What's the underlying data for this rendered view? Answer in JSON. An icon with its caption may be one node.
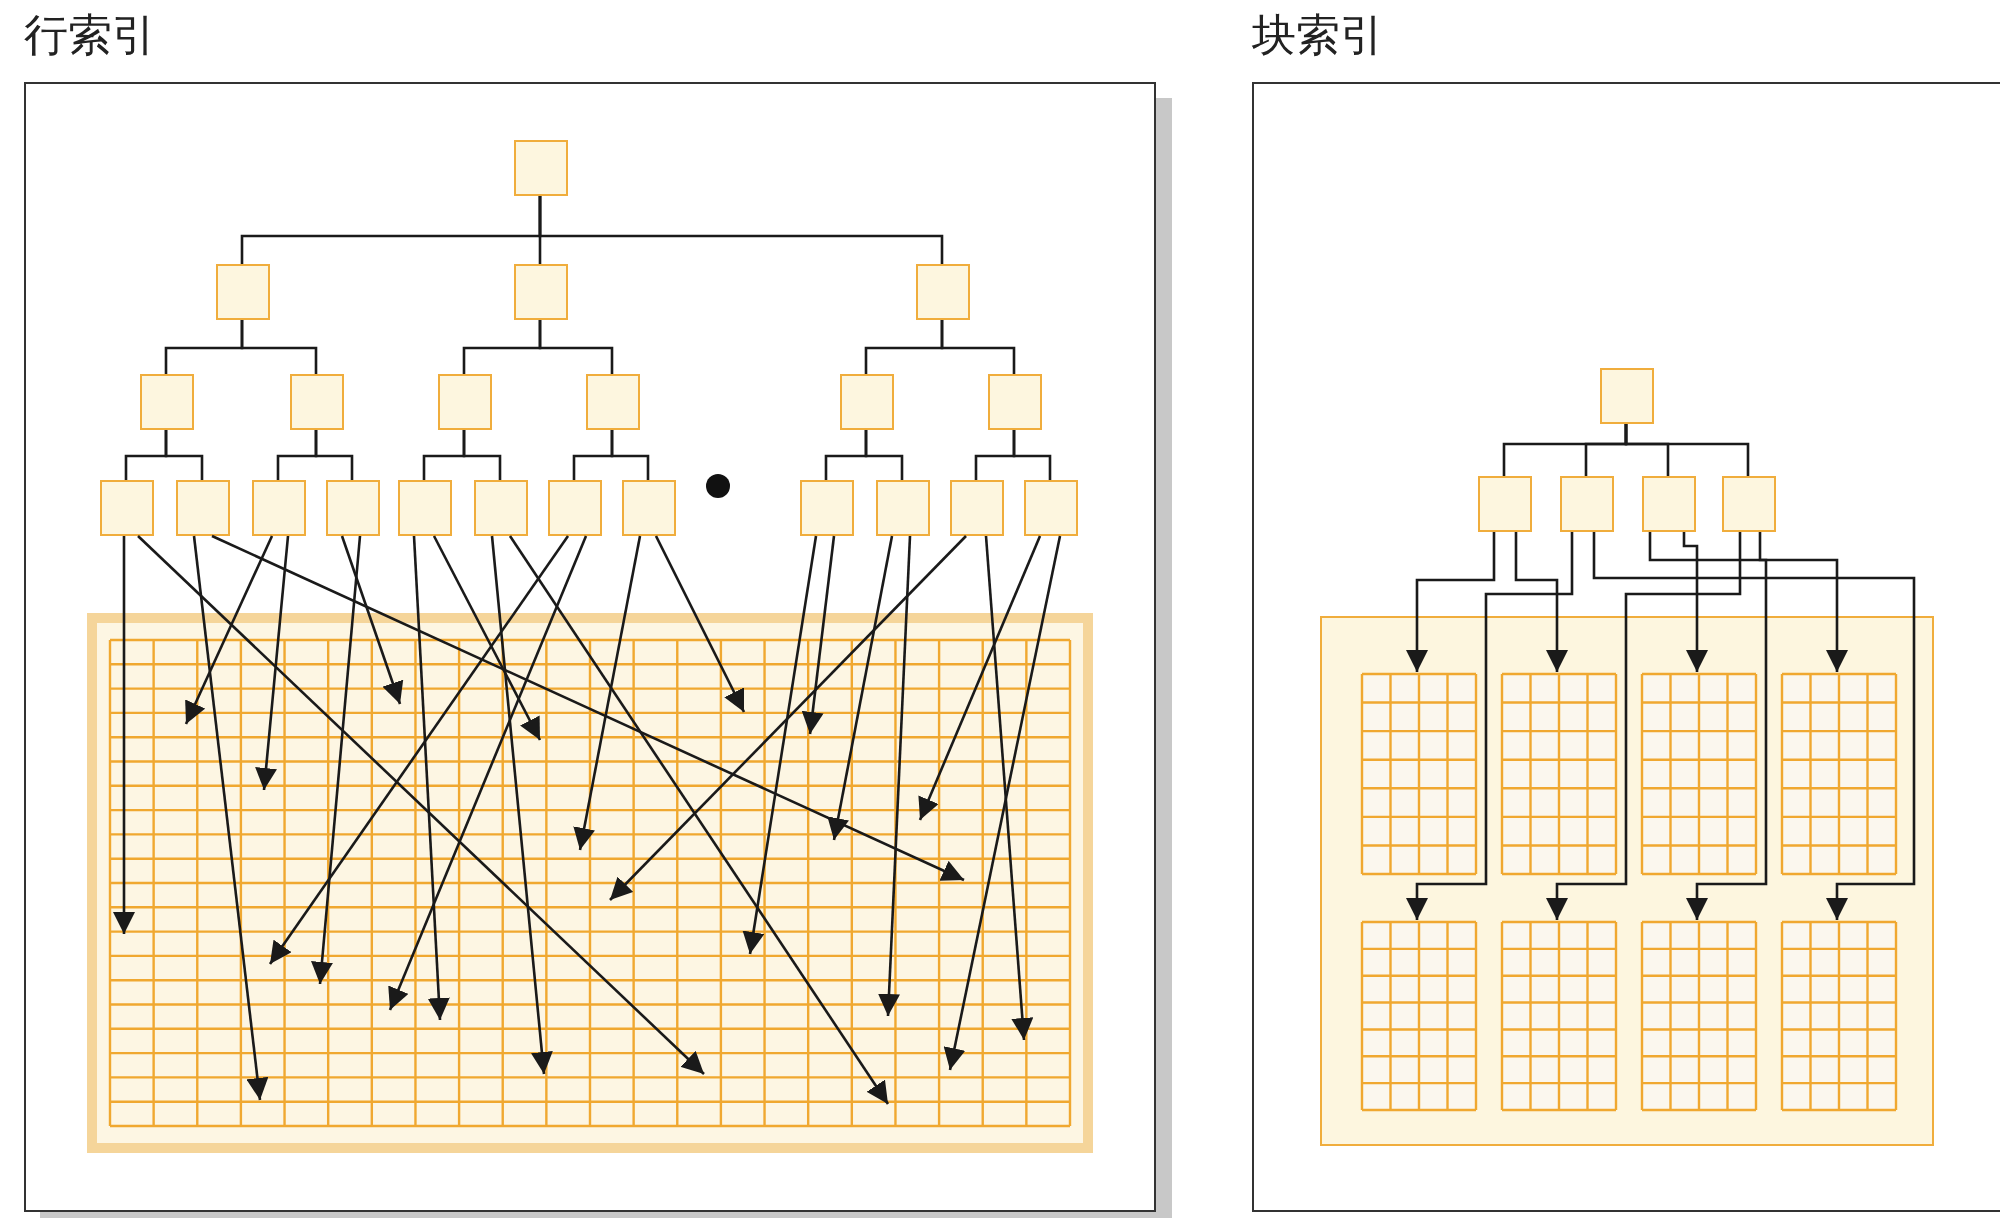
{
  "diagram": {
    "nodes": [
      {
        "text": [
          "行索引"
        ]
      },
      {
        "text": [],
        "shape": "box",
        "in": 0
      },
      {
        "text": [],
        "shape": "box",
        "in": 0
      },
      {
        "text": [],
        "shape": "box",
        "in": 0
      },
      {
        "text": [],
        "shape": "box",
        "in": 0
      },
      {
        "text": [],
        "shape": "box",
        "in": 0
      },
      {
        "text": [],
        "shape": "box",
        "in": 0
      },
      {
        "text": [],
        "shape": "box",
        "in": 0
      },
      {
        "text": [],
        "shape": "box",
        "in": 0
      },
      {
        "text": [],
        "shape": "box",
        "in": 0
      },
      {
        "text": [],
        "shape": "box",
        "in": 0
      },
      {
        "text": [],
        "shape": "box",
        "in": 0
      },
      {
        "text": [],
        "shape": "box",
        "in": 0
      },
      {
        "text": [],
        "shape": "box",
        "in": 0
      },
      {
        "text": [],
        "shape": "box",
        "in": 0
      },
      {
        "text": [],
        "shape": "box",
        "in": 0
      },
      {
        "text": [],
        "shape": "box",
        "in": 0
      },
      {
        "text": [],
        "shape": "box",
        "in": 0
      },
      {
        "text": [],
        "shape": "box",
        "in": 0
      },
      {
        "text": [],
        "shape": "circle",
        "in": 0
      },
      {
        "text": [],
        "shape": "box",
        "in": 0
      },
      {
        "text": [],
        "shape": "box",
        "in": 0
      },
      {
        "text": [],
        "shape": "box",
        "in": 0
      },
      {
        "text": [],
        "shape": "box",
        "in": 0
      },
      {
        "text": [],
        "shape": "grid",
        "in": 0
      },
      {
        "text": [
          "块索引"
        ]
      },
      {
        "text": [],
        "shape": "box",
        "in": 25
      },
      {
        "text": [],
        "shape": "box",
        "in": 25
      },
      {
        "text": [],
        "shape": "box",
        "in": 25
      },
      {
        "text": [],
        "shape": "box",
        "in": 25
      },
      {
        "text": [],
        "shape": "box",
        "in": 25
      },
      {
        "text": [],
        "shape": "box",
        "in": 25
      },
      {
        "text": [],
        "shape": "grid",
        "in": 31
      },
      {
        "text": [],
        "shape": "grid",
        "in": 31
      },
      {
        "text": [],
        "shape": "grid",
        "in": 31
      },
      {
        "text": [],
        "shape": "grid",
        "in": 31
      },
      {
        "text": [],
        "shape": "grid",
        "in": 31
      },
      {
        "text": [],
        "shape": "grid",
        "in": 31
      },
      {
        "text": [],
        "shape": "grid",
        "in": 31
      },
      {
        "text": [],
        "shape": "grid",
        "in": 31
      }
    ],
    "edges": [
      {
        "from": 1,
        "to": 2,
        "arrow": "none"
      },
      {
        "from": 1,
        "to": 3,
        "arrow": "none"
      },
      {
        "from": 1,
        "to": 4,
        "arrow": "none"
      },
      {
        "from": 2,
        "to": 5,
        "arrow": "none"
      },
      {
        "from": 2,
        "to": 6,
        "arrow": "none"
      },
      {
        "from": 3,
        "to": 7,
        "arrow": "none"
      },
      {
        "from": 3,
        "to": 8,
        "arrow": "none"
      },
      {
        "from": 4,
        "to": 9,
        "arrow": "none"
      },
      {
        "from": 4,
        "to": 10,
        "arrow": "none"
      },
      {
        "from": 5,
        "to": 11,
        "arrow": "none"
      },
      {
        "from": 5,
        "to": 12,
        "arrow": "none"
      },
      {
        "from": 6,
        "to": 13,
        "arrow": "none"
      },
      {
        "from": 6,
        "to": 14,
        "arrow": "none"
      },
      {
        "from": 7,
        "to": 15,
        "arrow": "none"
      },
      {
        "from": 7,
        "to": 16,
        "arrow": "none"
      },
      {
        "from": 8,
        "to": 17,
        "arrow": "none"
      },
      {
        "from": 8,
        "to": 18,
        "arrow": "none"
      },
      {
        "from": 9,
        "to": 20,
        "arrow": "none"
      },
      {
        "from": 9,
        "to": 21,
        "arrow": "none"
      },
      {
        "from": 10,
        "to": 22,
        "arrow": "none"
      },
      {
        "from": 10,
        "to": 23,
        "arrow": "none"
      },
      {
        "from": 11,
        "to": 24,
        "arrow": "to"
      },
      {
        "from": 11,
        "to": 24,
        "arrow": "to"
      },
      {
        "from": 12,
        "to": 24,
        "arrow": "to"
      },
      {
        "from": 12,
        "to": 24,
        "arrow": "to"
      },
      {
        "from": 13,
        "to": 24,
        "arrow": "to"
      },
      {
        "from": 13,
        "to": 24,
        "arrow": "to"
      },
      {
        "from": 14,
        "to": 24,
        "arrow": "to"
      },
      {
        "from": 14,
        "to": 24,
        "arrow": "to"
      },
      {
        "from": 15,
        "to": 24,
        "arrow": "to"
      },
      {
        "from": 15,
        "to": 24,
        "arrow": "to"
      },
      {
        "from": 16,
        "to": 24,
        "arrow": "to"
      },
      {
        "from": 16,
        "to": 24,
        "arrow": "to"
      },
      {
        "from": 17,
        "to": 24,
        "arrow": "to"
      },
      {
        "from": 17,
        "to": 24,
        "arrow": "to"
      },
      {
        "from": 18,
        "to": 24,
        "arrow": "to"
      },
      {
        "from": 18,
        "to": 24,
        "arrow": "to"
      },
      {
        "from": 20,
        "to": 24,
        "arrow": "to"
      },
      {
        "from": 20,
        "to": 24,
        "arrow": "to"
      },
      {
        "from": 21,
        "to": 24,
        "arrow": "to"
      },
      {
        "from": 21,
        "to": 24,
        "arrow": "to"
      },
      {
        "from": 22,
        "to": 24,
        "arrow": "to"
      },
      {
        "from": 22,
        "to": 24,
        "arrow": "to"
      },
      {
        "from": 23,
        "to": 24,
        "arrow": "to"
      },
      {
        "from": 23,
        "to": 24,
        "arrow": "to"
      },
      {
        "from": 26,
        "to": 27,
        "arrow": "none"
      },
      {
        "from": 26,
        "to": 28,
        "arrow": "none"
      },
      {
        "from": 26,
        "to": 29,
        "arrow": "none"
      },
      {
        "from": 26,
        "to": 30,
        "arrow": "none"
      },
      {
        "from": 27,
        "to": 32,
        "arrow": "to"
      },
      {
        "from": 27,
        "to": 33,
        "arrow": "to"
      },
      {
        "from": 28,
        "to": 36,
        "arrow": "to"
      },
      {
        "from": 28,
        "to": 39,
        "arrow": "to"
      },
      {
        "from": 29,
        "to": 38,
        "arrow": "to"
      },
      {
        "from": 29,
        "to": 34,
        "arrow": "to"
      },
      {
        "from": 30,
        "to": 37,
        "arrow": "to"
      },
      {
        "from": 30,
        "to": 35,
        "arrow": "to"
      }
    ]
  }
}
